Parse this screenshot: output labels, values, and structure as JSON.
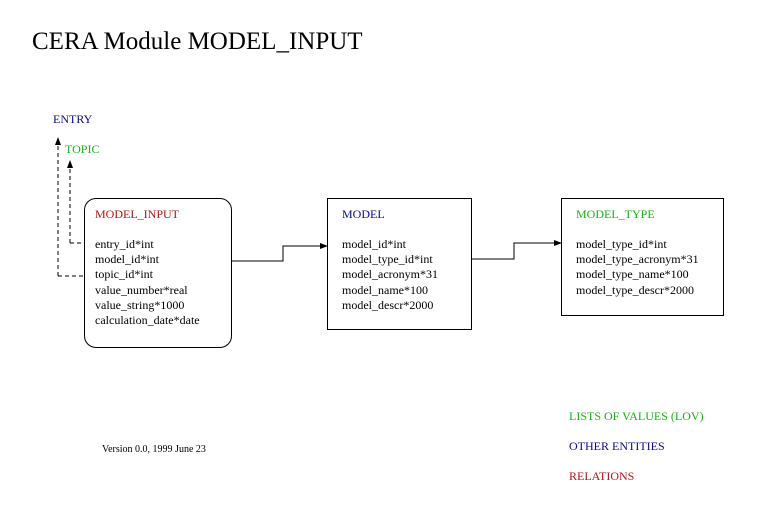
{
  "title": "CERA Module MODEL_INPUT",
  "refs": {
    "entry": "ENTRY",
    "topic": "TOPIC"
  },
  "entities": [
    {
      "name": "MODEL_INPUT",
      "kind": "relation",
      "attributes": [
        "entry_id*int",
        "model_id*int",
        "topic_id*int",
        "value_number*real",
        "value_string*1000",
        "calculation_date*date"
      ]
    },
    {
      "name": "MODEL",
      "kind": "entity",
      "attributes": [
        "model_id*int",
        "model_type_id*int",
        "model_acronym*31",
        "model_name*100",
        "model_descr*2000"
      ]
    },
    {
      "name": "MODEL_TYPE",
      "kind": "lov",
      "attributes": [
        "model_type_id*int",
        "model_type_acronym*31",
        "model_type_name*100",
        "model_type_descr*2000"
      ]
    }
  ],
  "legend": {
    "lov": "LISTS OF VALUES (LOV)",
    "entities": "OTHER ENTITIES",
    "relations": "RELATIONS"
  },
  "version": "Version 0.0, 1999 June 23",
  "colors": {
    "lov": "#16b216",
    "entity": "#0a0a8c",
    "relation": "#b21414",
    "line": "#000000"
  }
}
